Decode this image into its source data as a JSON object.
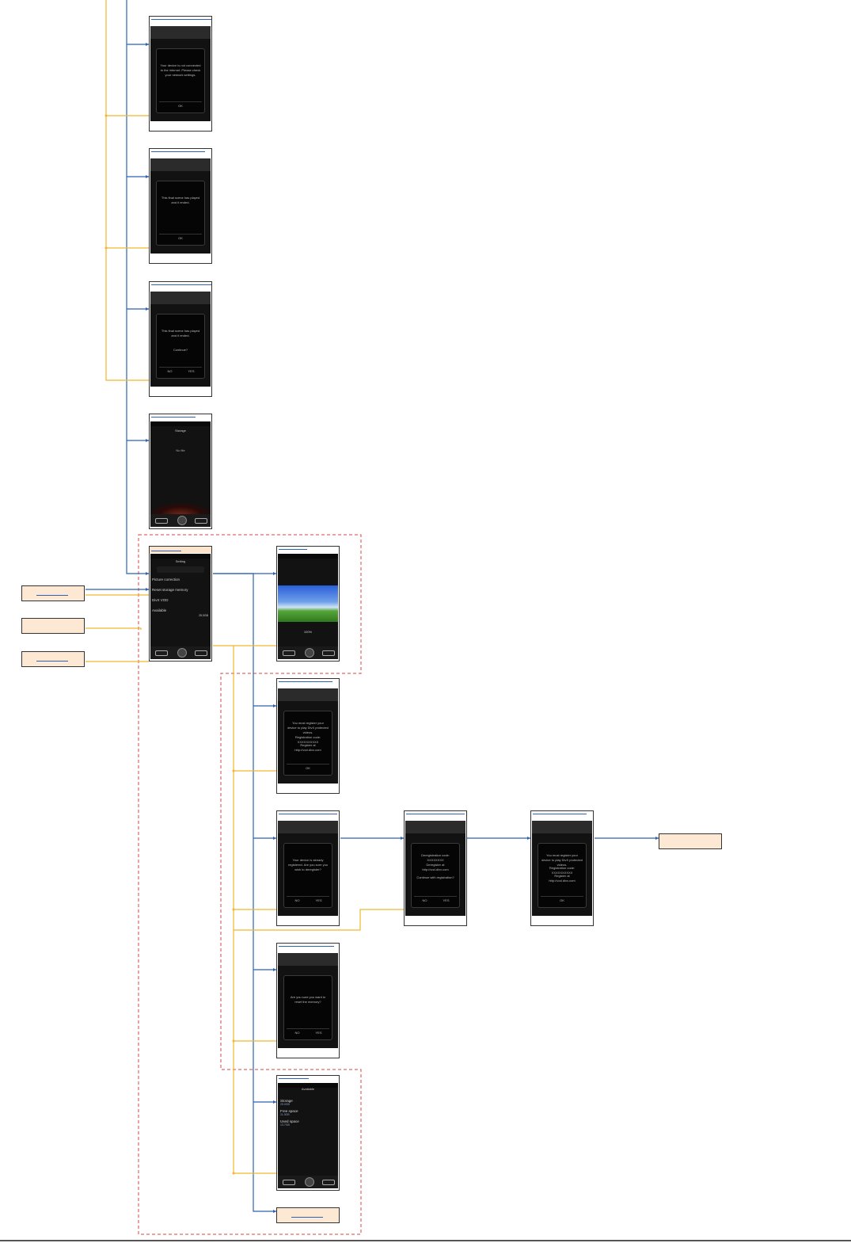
{
  "diagram": {
    "colors": {
      "forward_link": "#2d62b5",
      "back_link": "#f2b630",
      "group_border": "#d94444",
      "label_fill": "#fde8d3"
    },
    "screens": {
      "not_connected_dialog": {
        "message": "Your device is not connected to the internet. Please check your network settings.",
        "ok": "OK"
      },
      "final_scene_dialog": {
        "message": "This final scene has played and it ended.",
        "ok": "OK"
      },
      "final_scene_continue_dialog": {
        "message": "This final scene has played and it ended.",
        "question": "Continue?",
        "no": "NO",
        "yes": "YES"
      },
      "no_file_list": {
        "title": "Storage",
        "empty": "No file"
      },
      "main_settings": {
        "title": "Setting",
        "item1": "Picture correction",
        "item2": "Reset storage memory",
        "item3": "DivX VOD",
        "item4": "Available",
        "item4_value": "25.0GB"
      },
      "picture_view": {
        "zoom": "100%"
      },
      "registration_info": {
        "line1": "You must register your device to play DivX protected videos.",
        "line2": "Registration code: XXXXXXXXXX",
        "line3": "Register at http://vod.divx.com",
        "ok": "OK"
      },
      "already_registered": {
        "message": "Your device is already registered. Are you sure you wish to deregister?",
        "no": "NO",
        "yes": "YES"
      },
      "deregistration_code": {
        "line1": "Deregistration code: XXXXXXXX",
        "line2": "Deregister at http://vod.divx.com",
        "line3": "Continue with registration?",
        "no": "NO",
        "yes": "YES"
      },
      "register_new": {
        "line1": "You must register your device to play DivX protected videos.",
        "line2": "Registration code: XXXXXXXXXX",
        "line3": "Register at http://vod.divx.com",
        "ok": "OK"
      },
      "reset_confirm": {
        "message": "Are you sure you want to reset the memory?",
        "no": "NO",
        "yes": "YES"
      },
      "available_list": {
        "title": "Available",
        "items": [
          {
            "label": "Storage",
            "value": "25.0GB"
          },
          {
            "label": "Free space",
            "value": "11.3GB"
          },
          {
            "label": "Used space",
            "value": "13.7GB"
          }
        ]
      }
    }
  }
}
